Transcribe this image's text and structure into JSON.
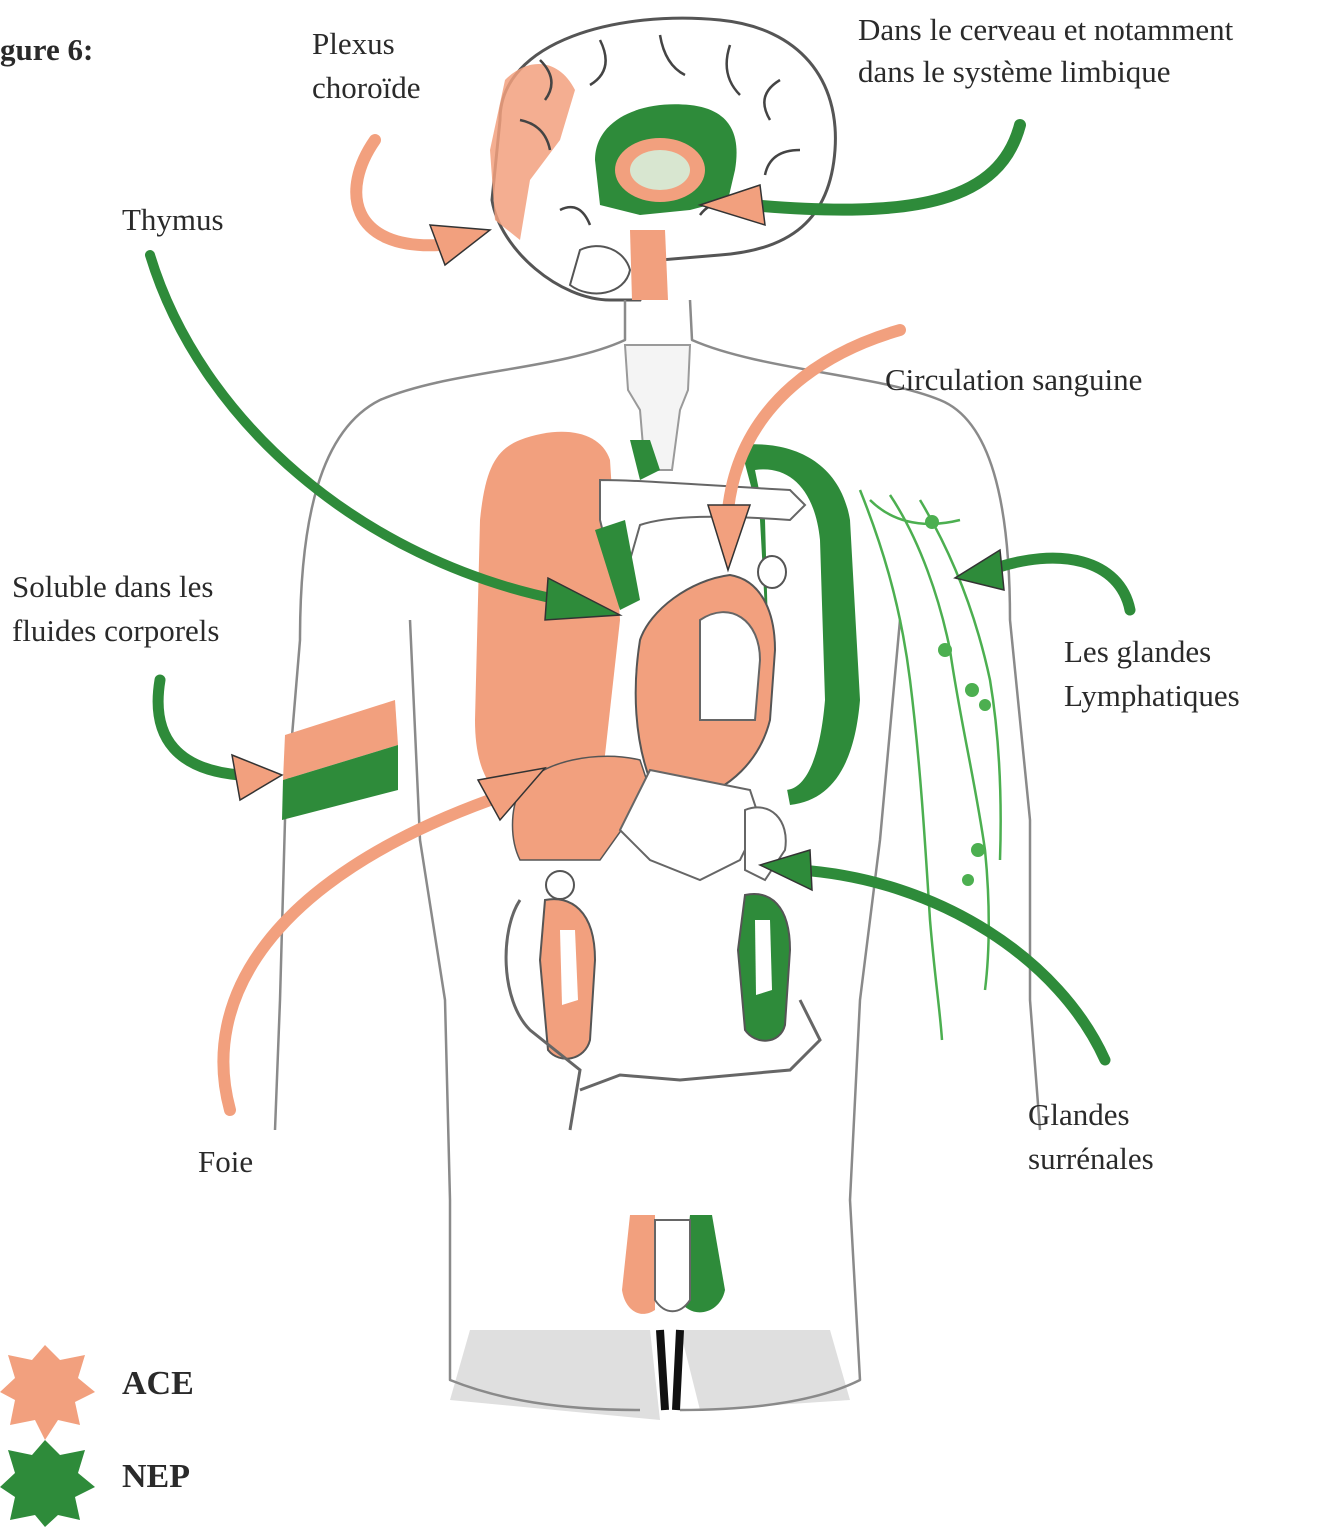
{
  "figure": {
    "title": "gure 6:"
  },
  "labels": {
    "plexus": [
      "Plexus",
      "choroïde"
    ],
    "cerveau": [
      "Dans le cerveau et notamment",
      "dans le système limbique"
    ],
    "thymus": "Thymus",
    "circulation": "Circulation sanguine",
    "soluble": [
      "Soluble dans les",
      "fluides corporels"
    ],
    "lymph": [
      "Les glandes",
      "Lymphatiques"
    ],
    "foie": "Foie",
    "surrenales": [
      "Glandes",
      "surrénales"
    ]
  },
  "legend": [
    {
      "label": "ACE",
      "color": "#f2a07e"
    },
    {
      "label": "NEP",
      "color": "#2e8b3a"
    }
  ],
  "colors": {
    "ace": "#f2a07e",
    "nep": "#2e8b3a",
    "outline": "#8a8a8a"
  }
}
